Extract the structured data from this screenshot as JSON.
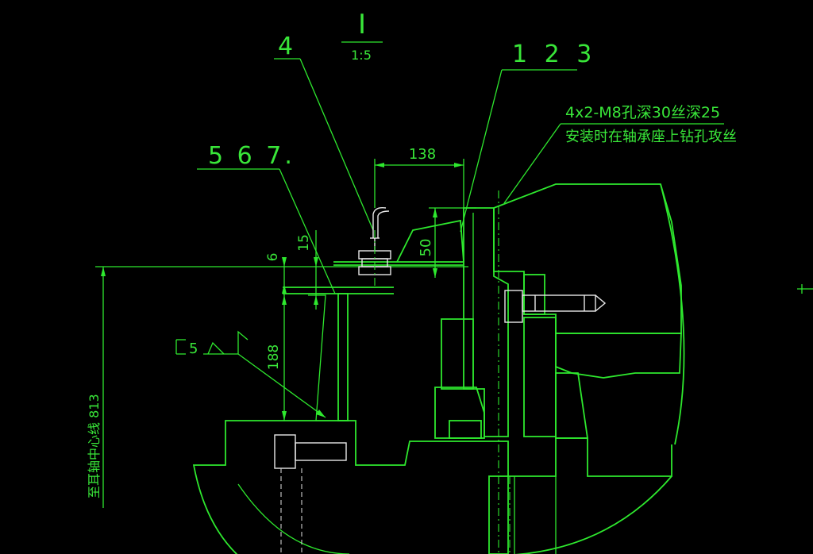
{
  "drawing": {
    "detail_label": "I",
    "detail_scale": "1:5",
    "callouts": {
      "c1": "4",
      "c2": "1 2 3",
      "c3": "5 6 7."
    },
    "note_line1": "4x2-M8孔深30丝深25",
    "note_line2": "安装时在轴承座上钻孔攻丝",
    "dimensions": {
      "d138": "138",
      "d50": "50",
      "d15": "15",
      "d6": "6",
      "d188": "188",
      "vertical_note": "至耳轴中心线 813"
    },
    "weld_symbol": "5"
  },
  "colors": {
    "line": "#2ee82e",
    "text": "#39e639",
    "white": "#e8e8e8",
    "background": "#000000"
  }
}
